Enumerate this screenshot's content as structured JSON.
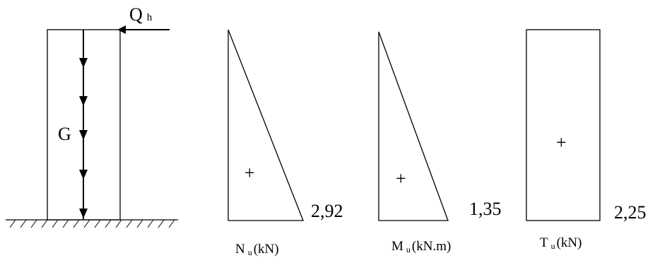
{
  "structure": {
    "load_label_main": "Q",
    "load_label_sub": "h",
    "weight_label": "G"
  },
  "diagrams": [
    {
      "id": "normal-force",
      "shape": "triangle",
      "sign": "+",
      "value_label": "2,92",
      "caption_main": "N",
      "caption_sub": "u",
      "caption_unit": "(kN)"
    },
    {
      "id": "moment",
      "shape": "triangle",
      "sign": "+",
      "value_label": "1,35",
      "caption_main": "M",
      "caption_sub": "u",
      "caption_unit": "(kN.m)"
    },
    {
      "id": "shear",
      "shape": "rectangle",
      "sign": "+",
      "value_label": "2,25",
      "caption_main": "T",
      "caption_sub": "u",
      "caption_unit": "(kN)"
    }
  ],
  "colors": {
    "line": "#000000",
    "background": "#ffffff"
  }
}
